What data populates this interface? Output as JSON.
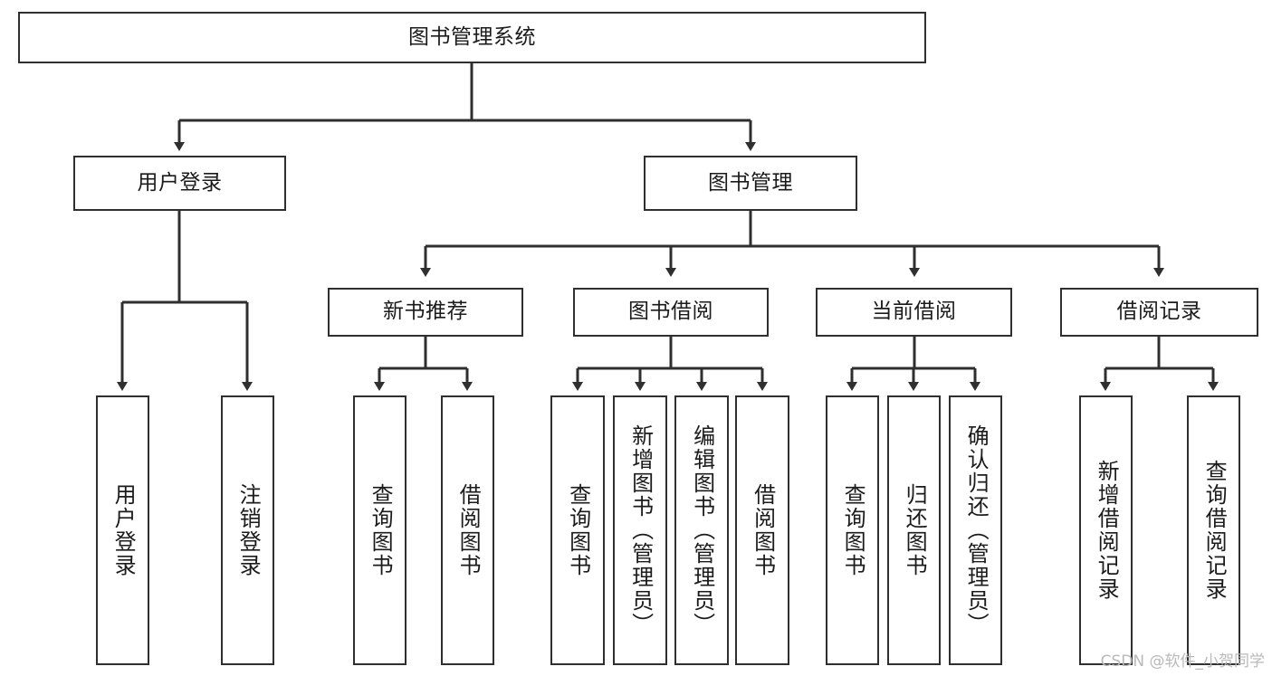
{
  "diagram": {
    "title": "图书管理系统",
    "type": "hierarchy-tree",
    "watermark": "CSDN @软件_小贺同学",
    "colors": {
      "box_border": "#2f2f2f",
      "box_fill": "#ffffff",
      "connector": "#2f2f2f",
      "text": "#1b1b1b",
      "watermark": "#b9b9b9"
    },
    "levels": {
      "root": {
        "label": "图书管理系统"
      },
      "level2": [
        {
          "label": "用户登录"
        },
        {
          "label": "图书管理"
        }
      ],
      "level3": [
        {
          "label": "新书推荐"
        },
        {
          "label": "图书借阅"
        },
        {
          "label": "当前借阅"
        },
        {
          "label": "借阅记录"
        }
      ],
      "leaves": {
        "user_login": [
          {
            "label": "用户登录"
          },
          {
            "label": "注销登录"
          }
        ],
        "new_book_recommend": [
          {
            "label": "查询图书"
          },
          {
            "label": "借阅图书"
          }
        ],
        "book_borrow": [
          {
            "label": "查询图书"
          },
          {
            "label": "新增图书（管理员）"
          },
          {
            "label": "编辑图书（管理员）"
          },
          {
            "label": "借阅图书"
          }
        ],
        "current_borrow": [
          {
            "label": "查询图书"
          },
          {
            "label": "归还图书"
          },
          {
            "label": "确认归还（管理员）"
          }
        ],
        "borrow_records": [
          {
            "label": "新增借阅记录"
          },
          {
            "label": "查询借阅记录"
          }
        ]
      }
    }
  }
}
